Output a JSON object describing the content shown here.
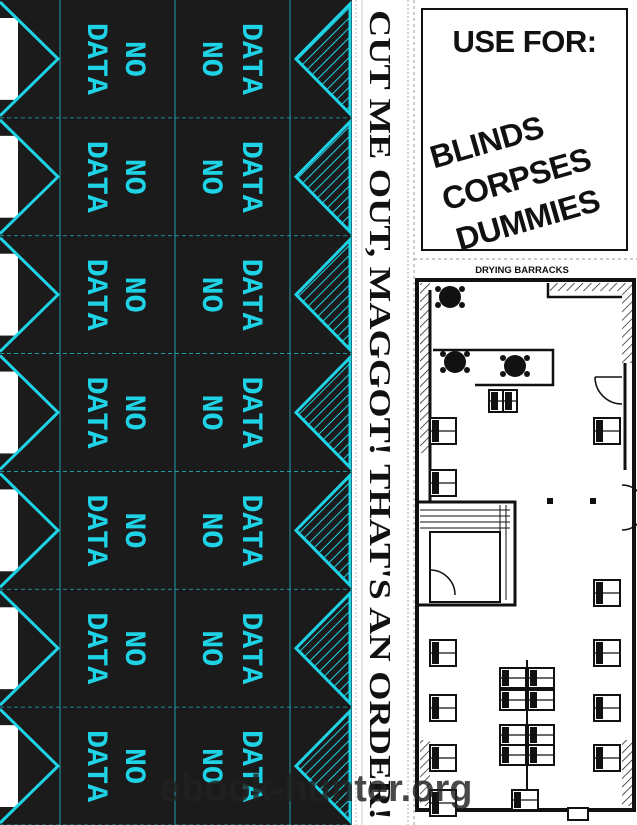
{
  "tags": {
    "top_label": "NO",
    "bottom_label": "DATA",
    "rows": 7,
    "columns": 2
  },
  "banner": {
    "text": "CUT ME OUT, MAGGOT! THAT'S AN ORDER!"
  },
  "use_for": {
    "title": "USE FOR:",
    "items": [
      "BLINDS",
      "CORPSES",
      "DUMMIES"
    ]
  },
  "map": {
    "title": "DRYING BARRACKS"
  },
  "watermark": {
    "text": "ebook-hunter.org"
  },
  "colors": {
    "background": "#1b1b1b",
    "accent": "#1fd3e6",
    "paper": "#ffffff",
    "ink": "#111111"
  }
}
